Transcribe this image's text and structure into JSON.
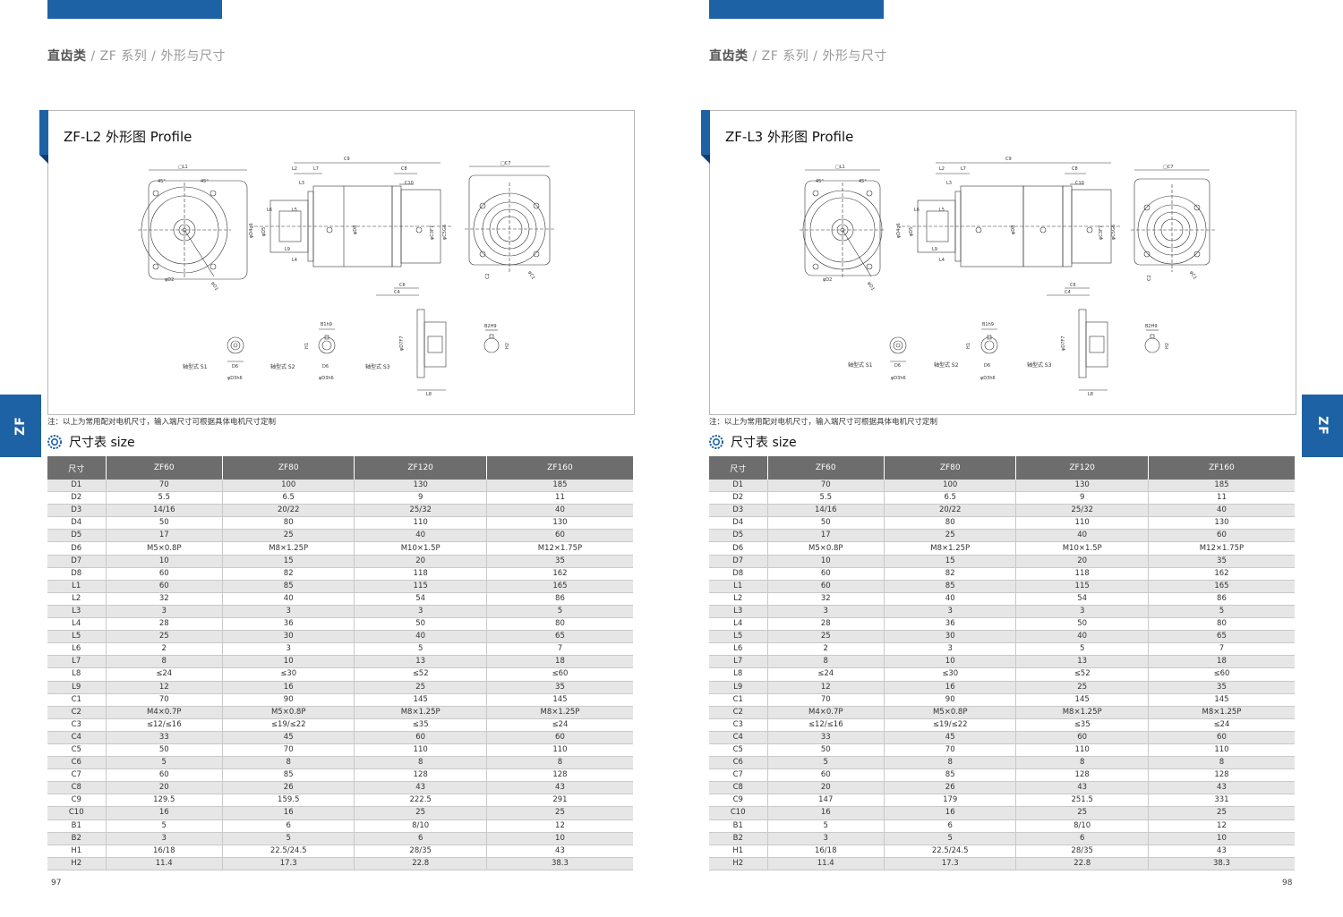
{
  "left": {
    "breadcrumb": {
      "category": "直齿类",
      "sep1": " / ",
      "series": "ZF 系列",
      "sep2": " / ",
      "section": "外形与尺寸"
    },
    "drawing_title": "ZF-L2 外形图 Profile",
    "shaft_labels": {
      "s1": "轴型式 S1",
      "s2": "轴型式 S2",
      "s3": "轴型式 S3"
    },
    "note": "注：以上为常用配对电机尺寸，输入端尺寸可根据具体电机尺寸定制",
    "size_title": "尺寸表 size",
    "side_tab": "ZF",
    "page_number": "97",
    "table": {
      "headers": [
        "尺寸",
        "ZF60",
        "ZF80",
        "ZF120",
        "ZF160"
      ],
      "rows": [
        [
          "D1",
          "70",
          "100",
          "130",
          "185"
        ],
        [
          "D2",
          "5.5",
          "6.5",
          "9",
          "11"
        ],
        [
          "D3",
          "14/16",
          "20/22",
          "25/32",
          "40"
        ],
        [
          "D4",
          "50",
          "80",
          "110",
          "130"
        ],
        [
          "D5",
          "17",
          "25",
          "40",
          "60"
        ],
        [
          "D6",
          "M5×0.8P",
          "M8×1.25P",
          "M10×1.5P",
          "M12×1.75P"
        ],
        [
          "D7",
          "10",
          "15",
          "20",
          "35"
        ],
        [
          "D8",
          "60",
          "82",
          "118",
          "162"
        ],
        [
          "L1",
          "60",
          "85",
          "115",
          "165"
        ],
        [
          "L2",
          "32",
          "40",
          "54",
          "86"
        ],
        [
          "L3",
          "3",
          "3",
          "3",
          "5"
        ],
        [
          "L4",
          "28",
          "36",
          "50",
          "80"
        ],
        [
          "L5",
          "25",
          "30",
          "40",
          "65"
        ],
        [
          "L6",
          "2",
          "3",
          "5",
          "7"
        ],
        [
          "L7",
          "8",
          "10",
          "13",
          "18"
        ],
        [
          "L8",
          "≤24",
          "≤30",
          "≤52",
          "≤60"
        ],
        [
          "L9",
          "12",
          "16",
          "25",
          "35"
        ],
        [
          "C1",
          "70",
          "90",
          "145",
          "145"
        ],
        [
          "C2",
          "M4×0.7P",
          "M5×0.8P",
          "M8×1.25P",
          "M8×1.25P"
        ],
        [
          "C3",
          "≤12/≤16",
          "≤19/≤22",
          "≤35",
          "≤24"
        ],
        [
          "C4",
          "33",
          "45",
          "60",
          "60"
        ],
        [
          "C5",
          "50",
          "70",
          "110",
          "110"
        ],
        [
          "C6",
          "5",
          "8",
          "8",
          "8"
        ],
        [
          "C7",
          "60",
          "85",
          "128",
          "128"
        ],
        [
          "C8",
          "20",
          "26",
          "43",
          "43"
        ],
        [
          "C9",
          "129.5",
          "159.5",
          "222.5",
          "291"
        ],
        [
          "C10",
          "16",
          "16",
          "25",
          "25"
        ],
        [
          "B1",
          "5",
          "6",
          "8/10",
          "12"
        ],
        [
          "B2",
          "3",
          "5",
          "6",
          "10"
        ],
        [
          "H1",
          "16/18",
          "22.5/24.5",
          "28/35",
          "43"
        ],
        [
          "H2",
          "11.4",
          "17.3",
          "22.8",
          "38.3"
        ]
      ]
    }
  },
  "right": {
    "breadcrumb": {
      "category": "直齿类",
      "sep1": " / ",
      "series": "ZF 系列",
      "sep2": " / ",
      "section": "外形与尺寸"
    },
    "drawing_title": "ZF-L3 外形图 Profile",
    "shaft_labels": {
      "s1": "轴型式 S1",
      "s2": "轴型式 S2",
      "s3": "轴型式 S3"
    },
    "note": "注：以上为常用配对电机尺寸，输入端尺寸可根据具体电机尺寸定制",
    "size_title": "尺寸表 size",
    "side_tab": "ZF",
    "page_number": "98",
    "table": {
      "headers": [
        "尺寸",
        "ZF60",
        "ZF80",
        "ZF120",
        "ZF160"
      ],
      "rows": [
        [
          "D1",
          "70",
          "100",
          "130",
          "185"
        ],
        [
          "D2",
          "5.5",
          "6.5",
          "9",
          "11"
        ],
        [
          "D3",
          "14/16",
          "20/22",
          "25/32",
          "40"
        ],
        [
          "D4",
          "50",
          "80",
          "110",
          "130"
        ],
        [
          "D5",
          "17",
          "25",
          "40",
          "60"
        ],
        [
          "D6",
          "M5×0.8P",
          "M8×1.25P",
          "M10×1.5P",
          "M12×1.75P"
        ],
        [
          "D7",
          "10",
          "15",
          "20",
          "35"
        ],
        [
          "D8",
          "60",
          "82",
          "118",
          "162"
        ],
        [
          "L1",
          "60",
          "85",
          "115",
          "165"
        ],
        [
          "L2",
          "32",
          "40",
          "54",
          "86"
        ],
        [
          "L3",
          "3",
          "3",
          "3",
          "5"
        ],
        [
          "L4",
          "28",
          "36",
          "50",
          "80"
        ],
        [
          "L5",
          "25",
          "30",
          "40",
          "65"
        ],
        [
          "L6",
          "2",
          "3",
          "5",
          "7"
        ],
        [
          "L7",
          "8",
          "10",
          "13",
          "18"
        ],
        [
          "L8",
          "≤24",
          "≤30",
          "≤52",
          "≤60"
        ],
        [
          "L9",
          "12",
          "16",
          "25",
          "35"
        ],
        [
          "C1",
          "70",
          "90",
          "145",
          "145"
        ],
        [
          "C2",
          "M4×0.7P",
          "M5×0.8P",
          "M8×1.25P",
          "M8×1.25P"
        ],
        [
          "C3",
          "≤12/≤16",
          "≤19/≤22",
          "≤35",
          "≤24"
        ],
        [
          "C4",
          "33",
          "45",
          "60",
          "60"
        ],
        [
          "C5",
          "50",
          "70",
          "110",
          "110"
        ],
        [
          "C6",
          "5",
          "8",
          "8",
          "8"
        ],
        [
          "C7",
          "60",
          "85",
          "128",
          "128"
        ],
        [
          "C8",
          "20",
          "26",
          "43",
          "43"
        ],
        [
          "C9",
          "147",
          "179",
          "251.5",
          "331"
        ],
        [
          "C10",
          "16",
          "16",
          "25",
          "25"
        ],
        [
          "B1",
          "5",
          "6",
          "8/10",
          "12"
        ],
        [
          "B2",
          "3",
          "5",
          "6",
          "10"
        ],
        [
          "H1",
          "16/18",
          "22.5/24.5",
          "28/35",
          "43"
        ],
        [
          "H2",
          "11.4",
          "17.3",
          "22.8",
          "38.3"
        ]
      ]
    }
  },
  "dim_labels": {
    "l1": "□L1",
    "c7": "□C7",
    "d1": "φD1",
    "d2": "φD2",
    "c1": "φC1",
    "c2": "C2",
    "c9": "C9",
    "c8": "C8",
    "c10": "C10",
    "l2": "L2",
    "l7": "L7",
    "l3": "L3",
    "l6": "L6",
    "l5": "L5",
    "l9": "L9",
    "l4": "L4",
    "c6": "C6",
    "c4": "C4",
    "d4": "φD4g6",
    "d5": "φD5",
    "d8": "φD8",
    "c3": "φC3F7",
    "c5": "φC5G6",
    "d6": "D6",
    "d3": "φD3h6",
    "b1": "B1h9",
    "h1": "H1",
    "d7": "φD7F7",
    "l8": "L8",
    "b2": "B2H9",
    "h2": "H2",
    "a45": "45°"
  }
}
